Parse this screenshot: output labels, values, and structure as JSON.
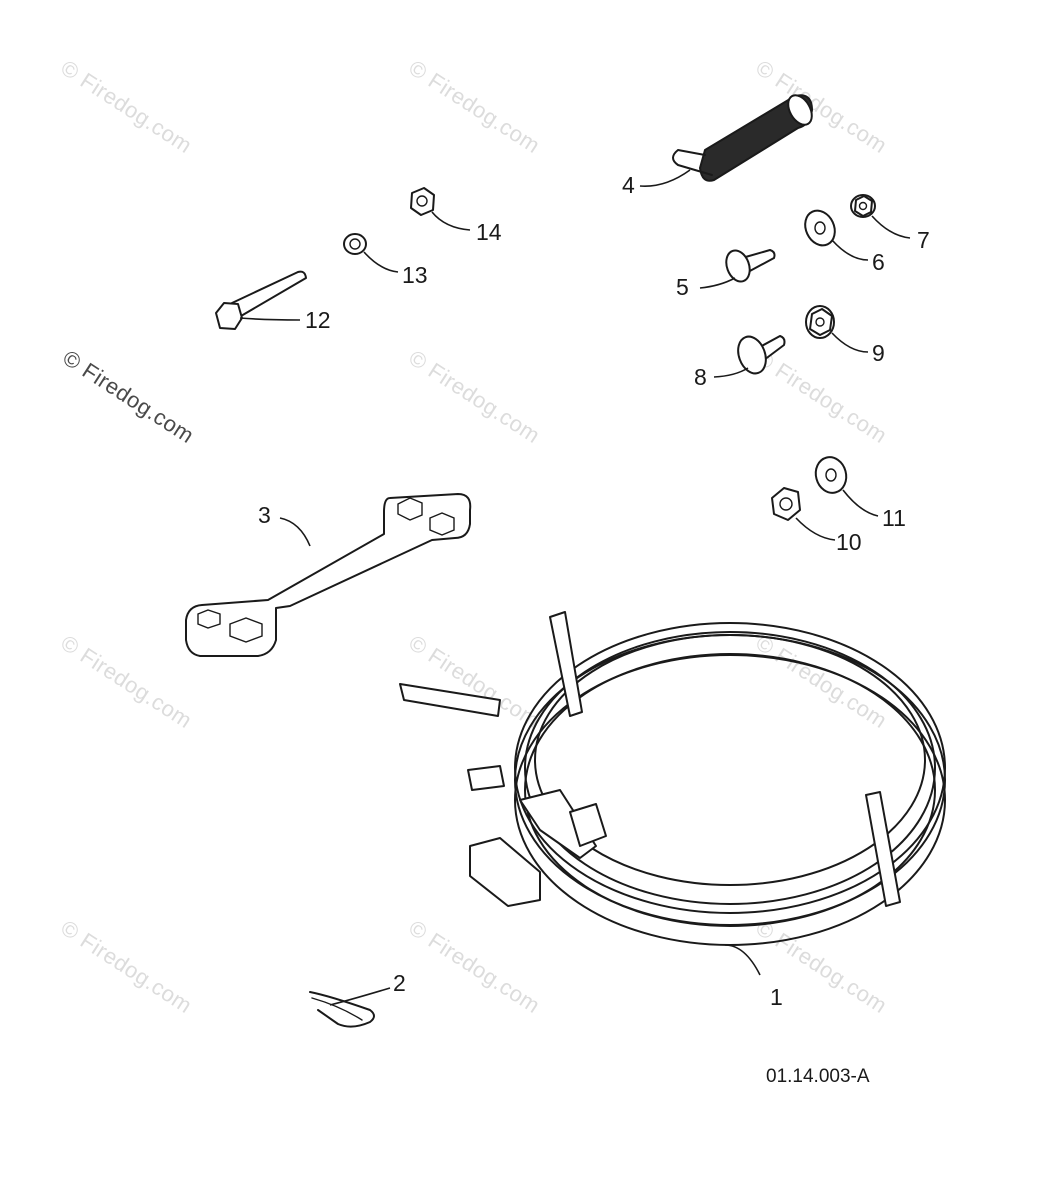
{
  "watermark": "© Firedog.com",
  "drawing_code": "01.14.003-A",
  "callouts": [
    "1",
    "2",
    "3",
    "4",
    "5",
    "6",
    "7",
    "8",
    "9",
    "10",
    "11",
    "12",
    "13",
    "14"
  ]
}
